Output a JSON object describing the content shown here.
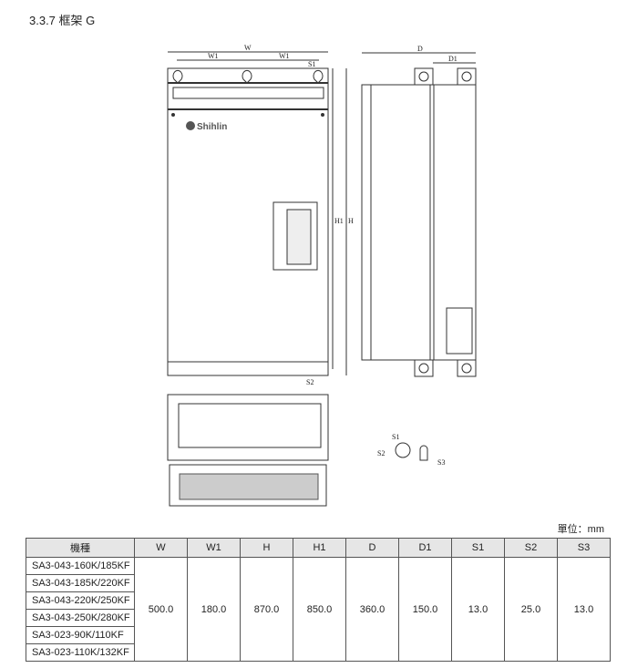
{
  "section_title": "3.3.7  框架 G",
  "drawing": {
    "brand": "Shihlin",
    "labels": {
      "W": "W",
      "W1": "W1",
      "S1": "S1",
      "H": "H",
      "H1": "H1",
      "D": "D",
      "D1": "D1",
      "S2": "S2",
      "S3": "S3"
    }
  },
  "unit_label": "單位：mm",
  "table": {
    "headers": [
      "機種",
      "W",
      "W1",
      "H",
      "H1",
      "D",
      "D1",
      "S1",
      "S2",
      "S3"
    ],
    "models": [
      "SA3-043-160K/185KF",
      "SA3-043-185K/220KF",
      "SA3-043-220K/250KF",
      "SA3-043-250K/280KF",
      "SA3-023-90K/110KF",
      "SA3-023-110K/132KF"
    ],
    "values": [
      "500.0",
      "180.0",
      "870.0",
      "850.0",
      "360.0",
      "150.0",
      "13.0",
      "25.0",
      "13.0"
    ]
  }
}
